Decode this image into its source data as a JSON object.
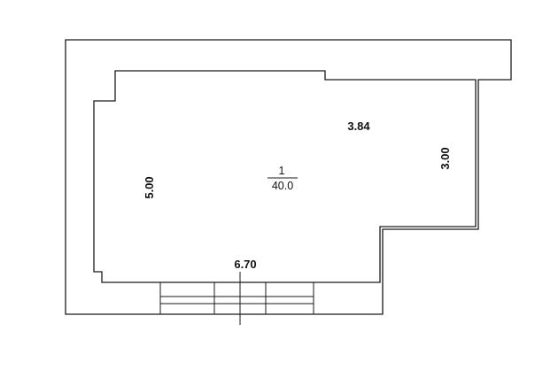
{
  "plan": {
    "room": {
      "number": "1",
      "area": "40.0"
    },
    "dimensions": {
      "top": "3.84",
      "left": "5.00",
      "right": "3.00",
      "bottom": "6.70"
    },
    "colors": {
      "line": "#1a1a1a",
      "background": "#ffffff"
    }
  }
}
